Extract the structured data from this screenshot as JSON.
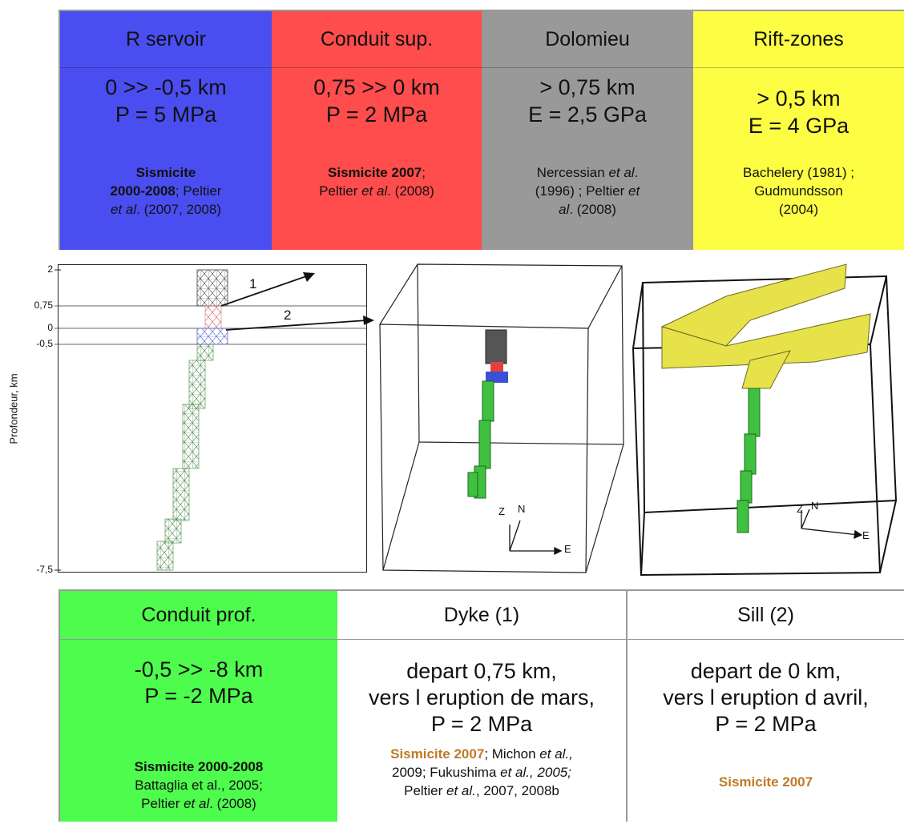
{
  "top_table": {
    "columns": [
      {
        "header": "R  servoir",
        "line1": "0 >> -0,5 km",
        "line2": "P = 5 MPa",
        "ref": [
          [
            "b",
            "Sismicite"
          ],
          [
            "br",
            ""
          ],
          [
            "b",
            "2000-2008"
          ],
          [
            "n",
            "; Peltier"
          ],
          [
            "br",
            ""
          ],
          [
            "i",
            "et al"
          ],
          [
            "n",
            ". (2007, 2008)"
          ]
        ],
        "color": "#4a4ef0"
      },
      {
        "header": "Conduit sup.",
        "line1": "0,75 >> 0 km",
        "line2": "P = 2 MPa",
        "ref": [
          [
            "b",
            "Sismicite 2007"
          ],
          [
            "n",
            ";"
          ],
          [
            "br",
            ""
          ],
          [
            "n",
            "Peltier "
          ],
          [
            "i",
            "et al"
          ],
          [
            "n",
            ". (2008)"
          ]
        ],
        "color": "#ff4c4c"
      },
      {
        "header": "Dolomieu",
        "line1": "> 0,75 km",
        "line2": "E = 2,5 GPa",
        "ref": [
          [
            "n",
            "Nercessian "
          ],
          [
            "i",
            "et al"
          ],
          [
            "n",
            "."
          ],
          [
            "br",
            ""
          ],
          [
            "n",
            "(1996) ; Peltier "
          ],
          [
            "i",
            "et"
          ],
          [
            "br",
            ""
          ],
          [
            "i",
            "al"
          ],
          [
            "n",
            ". (2008)"
          ]
        ],
        "color": "#999999"
      },
      {
        "header": "Rift-zones",
        "line1": "> 0,5 km",
        "line2": "E = 4 GPa",
        "ref": [
          [
            "n",
            "Bachelery (1981) ;"
          ],
          [
            "br",
            ""
          ],
          [
            "n",
            "Gudmundsson"
          ],
          [
            "br",
            ""
          ],
          [
            "n",
            "(2004)"
          ]
        ],
        "color": "#fdfd44"
      }
    ]
  },
  "depth_plot": {
    "ylabel": "Profondeur, km",
    "ticks": [
      "2",
      "0,75",
      "0",
      "-0,5",
      "-7,5"
    ],
    "arrow_labels": [
      "1",
      "2"
    ]
  },
  "view_3d_a": {
    "axis_z": "Z",
    "axis_n": "N",
    "axis_e": "E"
  },
  "view_3d_b": {
    "axis_z": "Z",
    "axis_n": "N",
    "axis_e": "E"
  },
  "bottom_table": {
    "columns": [
      {
        "header": "Conduit prof.",
        "lines": [
          "-0,5 >> -8 km",
          "P = -2 MPa"
        ],
        "ref": [
          [
            "b",
            "Sismicite 2000-2008"
          ],
          [
            "br",
            ""
          ],
          [
            "n",
            "Battaglia et al., 2005;"
          ],
          [
            "br",
            ""
          ],
          [
            "n",
            "Peltier "
          ],
          [
            "i",
            "et al"
          ],
          [
            "n",
            ". (2008)"
          ]
        ],
        "color": "#4dfc4d"
      },
      {
        "header": "Dyke (1)",
        "lines": [
          "depart    0,75 km,",
          "vers l eruption de mars,",
          "P = 2 MPa"
        ],
        "ref": [
          [
            "bo",
            "Sismicite 2007"
          ],
          [
            "n",
            "; Michon "
          ],
          [
            "i",
            "et al.,"
          ],
          [
            "br",
            ""
          ],
          [
            "n",
            "2009; Fukushima "
          ],
          [
            "i",
            "et al., 2005;"
          ],
          [
            "br",
            ""
          ],
          [
            "n",
            "Peltier "
          ],
          [
            "i",
            "et al."
          ],
          [
            "n",
            ", 2007, 2008b"
          ]
        ],
        "color": "#ffffff"
      },
      {
        "header": "Sill (2)",
        "lines": [
          "depart de 0 km,",
          "vers l eruption d avril,",
          "P = 2 MPa"
        ],
        "ref": [
          [
            "bo",
            "Sismicite 2007"
          ]
        ],
        "color": "#ffffff"
      }
    ]
  }
}
